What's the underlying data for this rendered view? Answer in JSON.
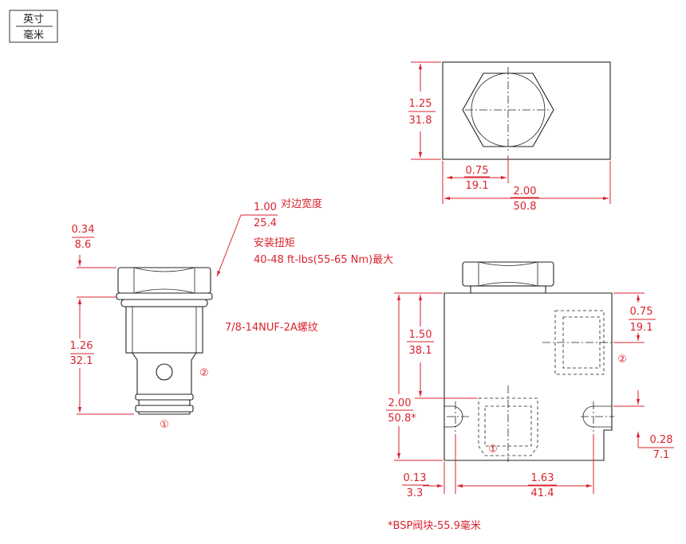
{
  "unit_legend": {
    "inch": "英寸",
    "mm": "毫米"
  },
  "cartridge": {
    "hex_width_in": "1.00",
    "hex_width_mm": "25.4",
    "hex_label": "对边宽度",
    "torque_title": "安装扭矩",
    "torque_value": "40-48 ft-lbs(55-65 Nm)最大",
    "hex_height_in": "0.34",
    "hex_height_mm": "8.6",
    "body_len_in": "1.26",
    "body_len_mm": "32.1",
    "thread": "7/8-14NUF-2A螺纹",
    "port1": "①",
    "port2": "②"
  },
  "block_top": {
    "height_in": "1.25",
    "height_mm": "31.8",
    "center_in": "0.75",
    "center_mm": "19.1",
    "width_in": "2.00",
    "width_mm": "50.8"
  },
  "block_front": {
    "cav_depth_in": "1.50",
    "cav_depth_mm": "38.1",
    "height_in": "2.00",
    "height_mm": "50.8*",
    "port2_in": "0.75",
    "port2_mm": "19.1",
    "port2": "②",
    "mount_in": "0.28",
    "mount_mm": "7.1",
    "edge_in": "0.13",
    "edge_mm": "3.3",
    "span_in": "1.63",
    "span_mm": "41.4",
    "port1": "①"
  },
  "footnote": "*BSP阀块-55.9毫米"
}
